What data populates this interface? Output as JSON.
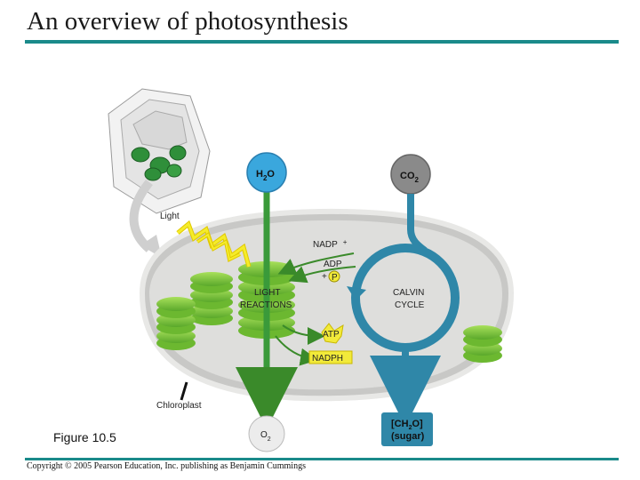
{
  "slide": {
    "title": "An overview of photosynthesis",
    "figure_label": "Figure 10.5",
    "copyright": "Copyright © 2005 Pearson Education, Inc. publishing as Benjamin Cummings"
  },
  "diagram": {
    "h2o": {
      "main": "H",
      "sub": "2",
      "tail": "O"
    },
    "co2": {
      "main": "CO",
      "sub": "2"
    },
    "o2": {
      "main": "O",
      "sub": "2"
    },
    "light": "Light",
    "nadp": "NADP",
    "nadp_plus": "+",
    "adp": "ADP",
    "plus_p": "+",
    "p_circle": "P",
    "light_reactions_line1": "LIGHT",
    "light_reactions_line2": "REACTIONS",
    "calvin_line1": "CALVIN",
    "calvin_line2": "CYCLE",
    "atp": "ATP",
    "nadph": "NADPH",
    "chloroplast": "Chloroplast",
    "sugar_line1_pre": "[CH",
    "sugar_line1_sub": "2",
    "sugar_line1_post": "O]",
    "sugar_line2": "(sugar)"
  },
  "colors": {
    "accent_rule": "#1a8a8a",
    "water_blue": "#3aa7dd",
    "co2_gray": "#8a8a8a",
    "thylakoid_green": "#7cc43a",
    "calvin_teal": "#2f87a8",
    "light_yellow": "#f5ec2a",
    "atp_yellow": "#f2ea3a"
  }
}
